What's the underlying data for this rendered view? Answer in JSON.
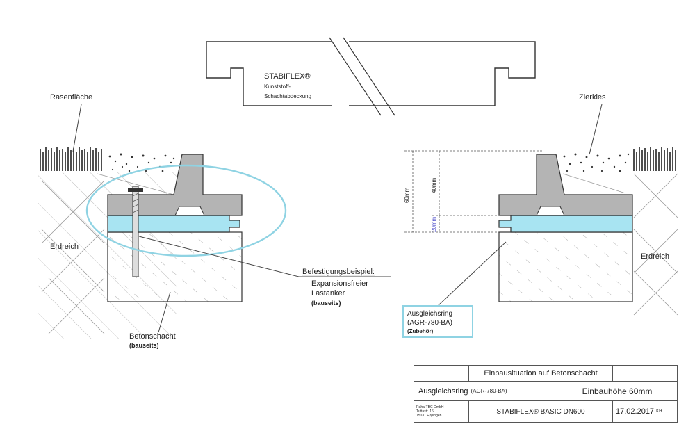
{
  "cover_plate": {
    "brand": "STABIFLEX®",
    "line1": "Kunststoff-",
    "line2": "Schachtabdeckung"
  },
  "labels": {
    "rasen": "Rasenfläche",
    "zierkies": "Zierkies",
    "erdreich_left": "Erdreich",
    "erdreich_right": "Erdreich",
    "befestigung_title": "Befestigungsbeispiel:",
    "befestigung_line1": "Expansionsfreier",
    "befestigung_line2": "Lastanker",
    "befestigung_line3": "(bauseits)",
    "betonschacht": "Betonschacht",
    "betonschacht_sub": "(bauseits)",
    "ausgleich_line1": "Ausgleichsring",
    "ausgleich_line2": "(AGR-780-BA)",
    "ausgleich_line3": "(Zubehör)"
  },
  "dimensions": {
    "total": "60mm",
    "upper": "40mm",
    "lower": "20mm"
  },
  "title_block": {
    "title": "Einbausituation auf Betonschacht",
    "ring_label": "Ausgleichsring",
    "ring_code": "(AGR-780-BA)",
    "height": "Einbauhöhe 60mm",
    "company_line1": "Raha-TBC GmbH",
    "company_line2": "Tuttastr. 16",
    "company_line3": "75031 Eppingen",
    "product": "STABIFLEX®  BASIC DN600",
    "date": "17.02.2017",
    "initials": "KH"
  },
  "colors": {
    "concrete_grey": "#b4b4b4",
    "ring_blue": "#a8e4f2",
    "highlight": "#8fd3e3",
    "line": "#333333"
  }
}
